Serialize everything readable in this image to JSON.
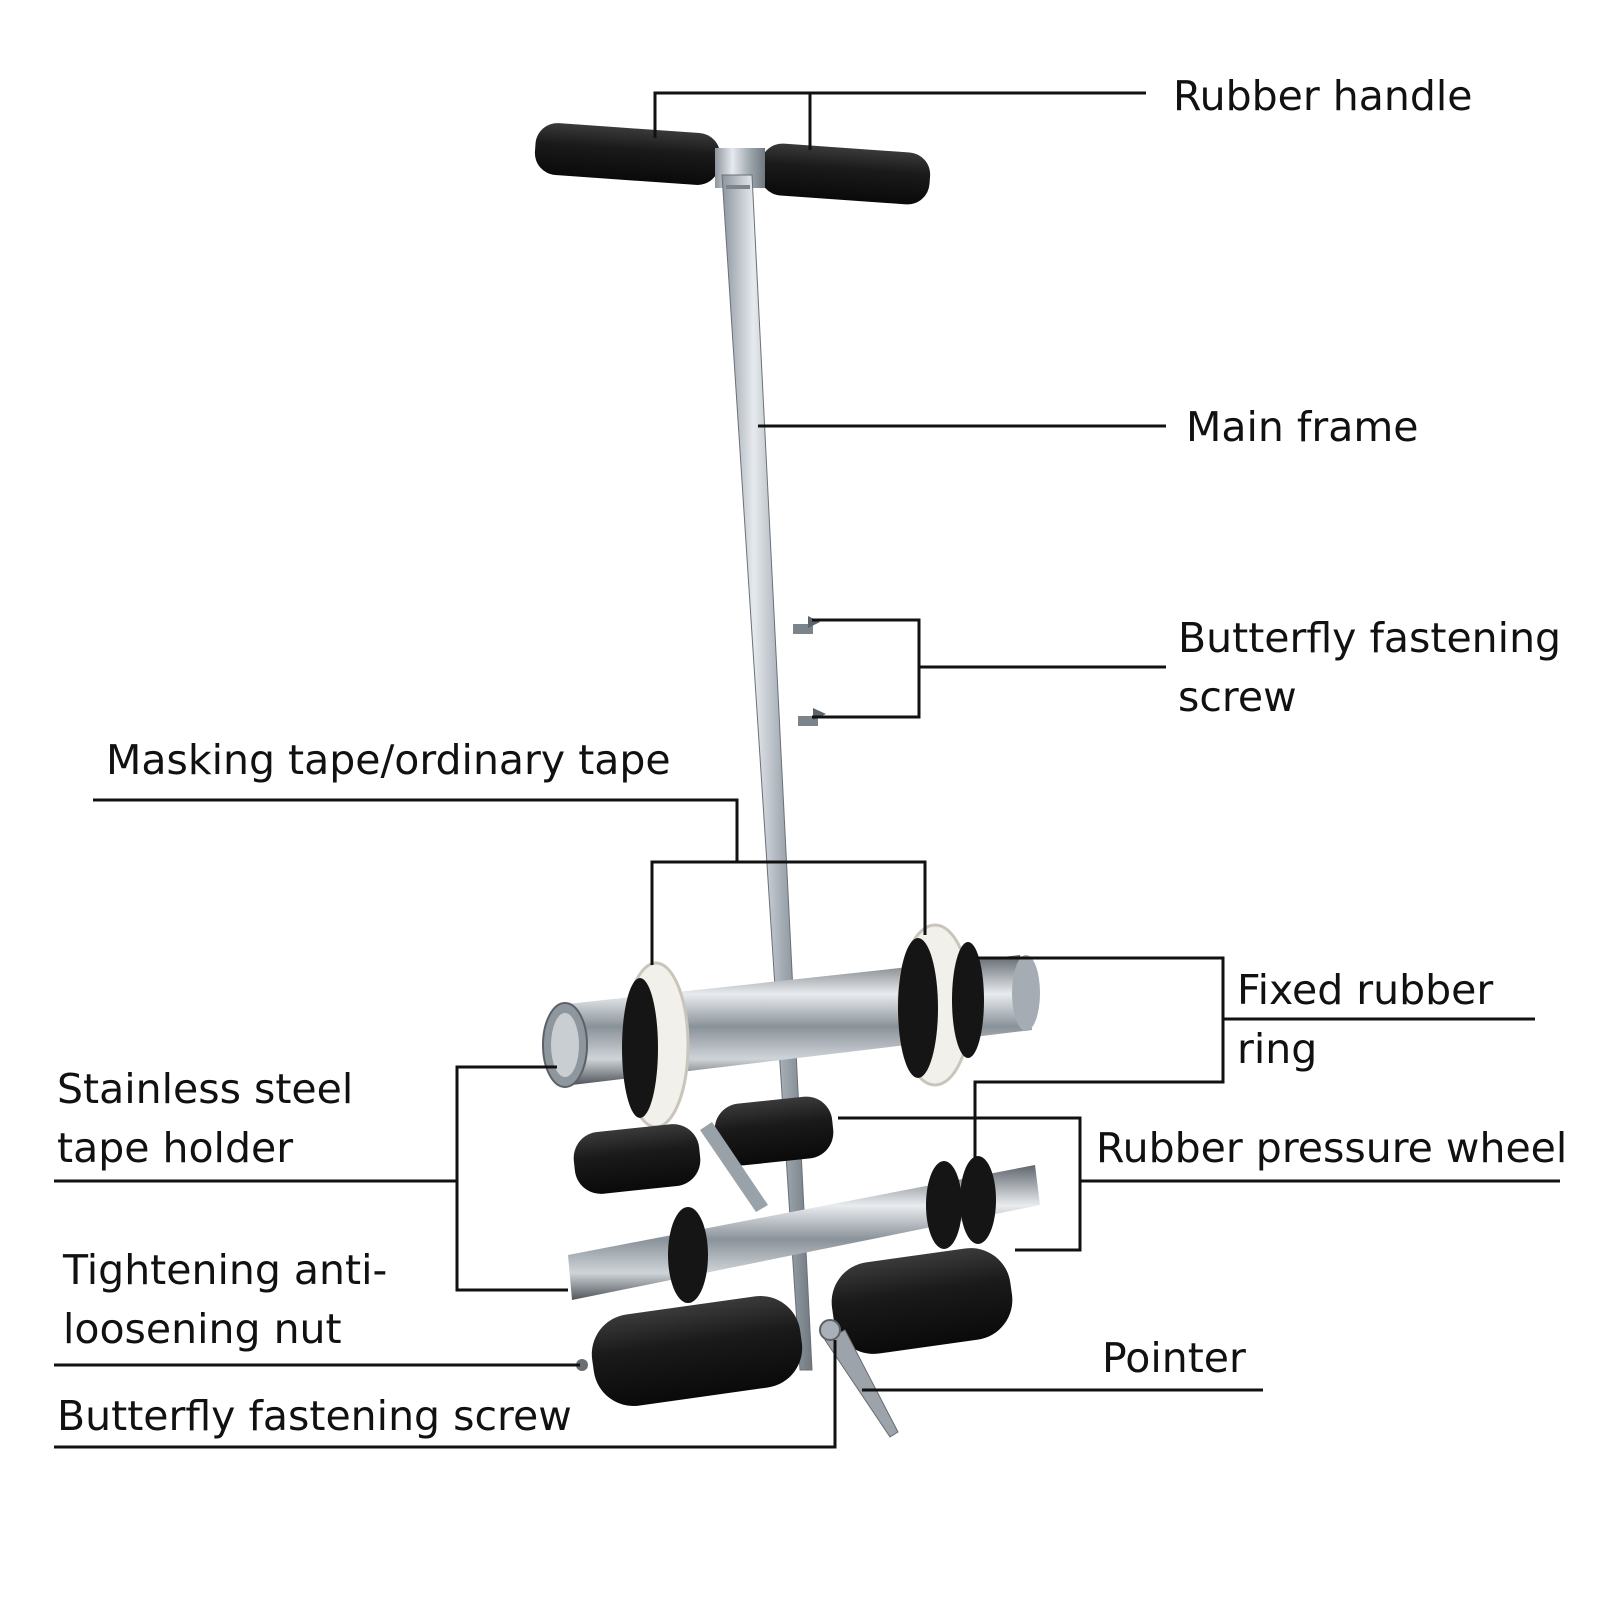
{
  "labels": {
    "rubber_handle": "Rubber handle",
    "main_frame": "Main frame",
    "butterfly_screw_top_1": "Butterfly fastening",
    "butterfly_screw_top_2": "screw",
    "masking_tape": "Masking tape/ordinary tape",
    "fixed_rubber_ring_1": "Fixed rubber",
    "fixed_rubber_ring_2": "ring",
    "stainless_holder_1": "Stainless steel",
    "stainless_holder_2": "tape holder",
    "rubber_pressure_wheel": "Rubber pressure wheel",
    "tightening_nut_1": "Tightening anti-",
    "tightening_nut_2": "loosening nut",
    "pointer": "Pointer",
    "butterfly_screw_bottom": "Butterfly fastening screw"
  },
  "colors": {
    "background": "#ffffff",
    "leader_line": "#111111",
    "rubber": "#1a1a1a",
    "steel": "#b8bec4",
    "tape_ring": "#f2f0ea"
  }
}
